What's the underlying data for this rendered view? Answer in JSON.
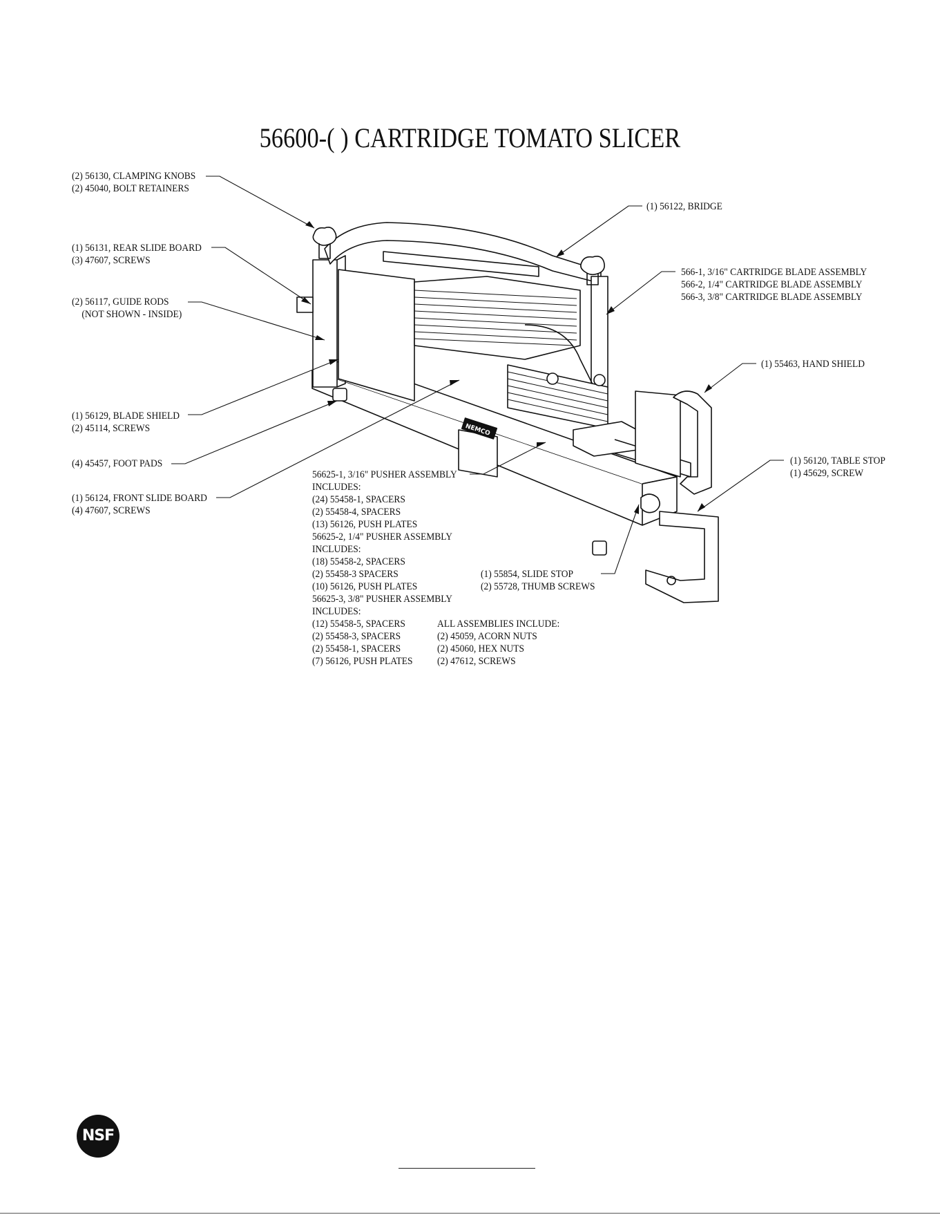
{
  "title": "56600-( ) CARTRIDGE TOMATO SLICER",
  "callouts": {
    "clamping_knobs": [
      "(2) 56130, CLAMPING KNOBS",
      "(2) 45040, BOLT RETAINERS"
    ],
    "rear_slide_board": [
      "(1) 56131, REAR SLIDE BOARD",
      "(3) 47607, SCREWS"
    ],
    "guide_rods": [
      "(2) 56117, GUIDE RODS",
      "(NOT SHOWN - INSIDE)"
    ],
    "blade_shield": [
      "(1) 56129, BLADE SHIELD",
      "(2) 45114, SCREWS"
    ],
    "foot_pads": [
      "(4) 45457, FOOT PADS"
    ],
    "front_slide_board": [
      "(1) 56124, FRONT SLIDE BOARD",
      "(4) 47607, SCREWS"
    ],
    "bridge": [
      "(1) 56122, BRIDGE"
    ],
    "blade_assembly": [
      "566-1, 3/16\" CARTRIDGE BLADE ASSEMBLY",
      "566-2, 1/4\" CARTRIDGE BLADE ASSEMBLY",
      "566-3, 3/8\" CARTRIDGE BLADE ASSEMBLY"
    ],
    "hand_shield": [
      "(1) 55463, HAND SHIELD"
    ],
    "table_stop": [
      "(1) 56120, TABLE STOP",
      "(1) 45629, SCREW"
    ],
    "pusher_assembly": [
      "56625-1, 3/16\" PUSHER ASSEMBLY",
      "INCLUDES:",
      "(24) 55458-1, SPACERS",
      "(2) 55458-4, SPACERS",
      "(13) 56126, PUSH PLATES",
      "56625-2, 1/4\" PUSHER ASSEMBLY",
      "INCLUDES:",
      "(18) 55458-2, SPACERS",
      "(2) 55458-3 SPACERS",
      "(10) 56126, PUSH PLATES",
      "56625-3, 3/8\" PUSHER ASSEMBLY",
      "INCLUDES:",
      "(12) 55458-5, SPACERS",
      "(2) 55458-3, SPACERS",
      "(2) 55458-1, SPACERS",
      "(7) 56126, PUSH PLATES"
    ],
    "slide_stop": [
      "(1) 55854, SLIDE STOP",
      "(2) 55728, THUMB SCREWS"
    ],
    "all_assemblies": [
      "ALL ASSEMBLIES INCLUDE:",
      "(2) 45059, ACORN NUTS",
      "(2) 45060, HEX NUTS",
      "(2) 47612, SCREWS"
    ]
  },
  "logo_text": "NSF",
  "product_badge_text": "NEMCO"
}
